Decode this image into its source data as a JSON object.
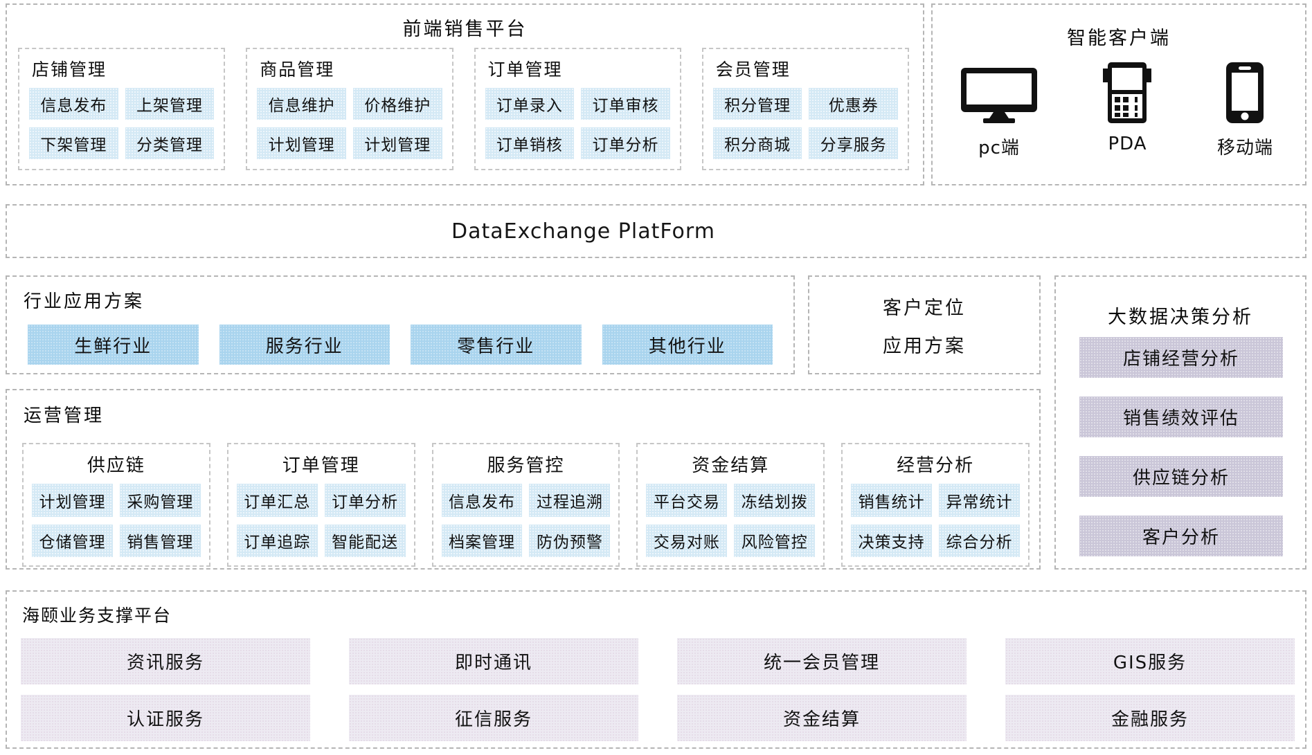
{
  "colors": {
    "border_gray": "#b5b5b5",
    "accent_blue_light": "#d4e9f5",
    "accent_blue": "#a9d4ee",
    "accent_lavender": "#cac6d8",
    "accent_lavender_light": "#edeaf2"
  },
  "front_platform": {
    "title": "前端销售平台",
    "groups": [
      {
        "title": "店铺管理",
        "items": [
          "信息发布",
          "上架管理",
          "下架管理",
          "分类管理"
        ]
      },
      {
        "title": "商品管理",
        "items": [
          "信息维护",
          "价格维护",
          "计划管理",
          "计划管理"
        ]
      },
      {
        "title": "订单管理",
        "items": [
          "订单录入",
          "订单审核",
          "订单销核",
          "订单分析"
        ]
      },
      {
        "title": "会员管理",
        "items": [
          "积分管理",
          "优惠券",
          "积分商城",
          "分享服务"
        ]
      }
    ]
  },
  "smart_client": {
    "title": "智能客户端",
    "devices": [
      {
        "icon": "desktop-monitor-icon",
        "label": "pc端"
      },
      {
        "icon": "pda-icon",
        "label": "PDA"
      },
      {
        "icon": "mobile-phone-icon",
        "label": "移动端"
      }
    ]
  },
  "exchange_band": {
    "title": "DataExchange PlatForm"
  },
  "industry_solutions": {
    "title": "行业应用方案",
    "items": [
      "生鲜行业",
      "服务行业",
      "零售行业",
      "其他行业"
    ]
  },
  "customer_positioning": {
    "line1": "客户定位",
    "line2": "应用方案"
  },
  "bigdata_analysis": {
    "title": "大数据决策分析",
    "items": [
      "店铺经营分析",
      "销售绩效评估",
      "供应链分析",
      "客户分析"
    ]
  },
  "operations": {
    "title": "运营管理",
    "groups": [
      {
        "title": "供应链",
        "items": [
          "计划管理",
          "采购管理",
          "仓储管理",
          "销售管理"
        ]
      },
      {
        "title": "订单管理",
        "items": [
          "订单汇总",
          "订单分析",
          "订单追踪",
          "智能配送"
        ]
      },
      {
        "title": "服务管控",
        "items": [
          "信息发布",
          "过程追溯",
          "档案管理",
          "防伪预警"
        ]
      },
      {
        "title": "资金结算",
        "items": [
          "平台交易",
          "冻结划拨",
          "交易对账",
          "风险管控"
        ]
      },
      {
        "title": "经营分析",
        "items": [
          "销售统计",
          "异常统计",
          "决策支持",
          "综合分析"
        ]
      }
    ]
  },
  "support_platform": {
    "title": "海颐业务支撑平台",
    "rows": [
      [
        "资讯服务",
        "即时通讯",
        "统一会员管理",
        "GIS服务"
      ],
      [
        "认证服务",
        "征信服务",
        "资金结算",
        "金融服务"
      ]
    ]
  }
}
